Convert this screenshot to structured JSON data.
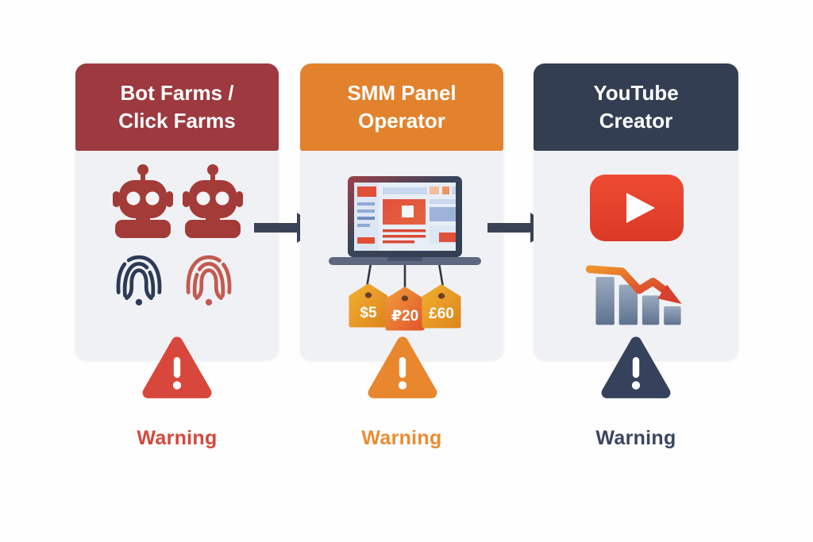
{
  "diagram": {
    "type": "three-stage-flow-infographic",
    "background_color": "#fefefe",
    "card_body_color": "#f0f1f4",
    "arrow_color": "#3a4255",
    "columns": [
      {
        "id": "bot-farms",
        "header_line1": "Bot Farms /",
        "header_line2": "Click Farms",
        "header_color": "#9c3a40",
        "icons": [
          "robot-icon",
          "robot-icon",
          "fingerprint-icon",
          "fingerprint-icon"
        ],
        "icon_colors": {
          "robot": "#a33b38",
          "fingerprint_navy": "#2c3a56",
          "fingerprint_red": "#c25a52"
        },
        "warning_label": "Warning",
        "warning_color": "#d8473b"
      },
      {
        "id": "smm-panel-operator",
        "header_line1": "SMM Panel",
        "header_line2": "Operator",
        "header_color": "#e2822d",
        "icons": [
          "laptop-dashboard-icon",
          "price-tag-icon",
          "price-tag-icon",
          "price-tag-icon"
        ],
        "price_tags": [
          "$5",
          "₽20",
          "£60"
        ],
        "tag_color": "#eda32b",
        "warning_label": "Warning",
        "warning_color": "#ea8c32"
      },
      {
        "id": "youtube-creator",
        "header_line1": "YouTube",
        "header_line2": "Creator",
        "header_color": "#333e52",
        "icons": [
          "youtube-play-icon",
          "declining-chart-icon"
        ],
        "icon_colors": {
          "youtube_red": "#e4452f",
          "bars_bluegray": "#6d8099",
          "trend_arrow": "#d9502f"
        },
        "warning_label": "Warning",
        "warning_color": "#3a4560"
      }
    ]
  }
}
